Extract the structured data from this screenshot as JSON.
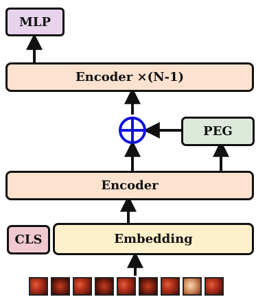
{
  "labels": {
    "mlp": "MLP",
    "encoder_stack": "Encoder ×(N-1)",
    "peg": "PEG",
    "encoder": "Encoder",
    "cls": "CLS",
    "embedding": "Embedding"
  },
  "colors": {
    "mlp_fill": "#e8d3ec",
    "encoder_fill": "#fde2cf",
    "peg_fill": "#dce9db",
    "cls_fill": "#f2c9d1",
    "embedding_fill": "#fff0cc",
    "add_node": "#1010e0",
    "border": "#111111"
  },
  "patch_count": 9
}
